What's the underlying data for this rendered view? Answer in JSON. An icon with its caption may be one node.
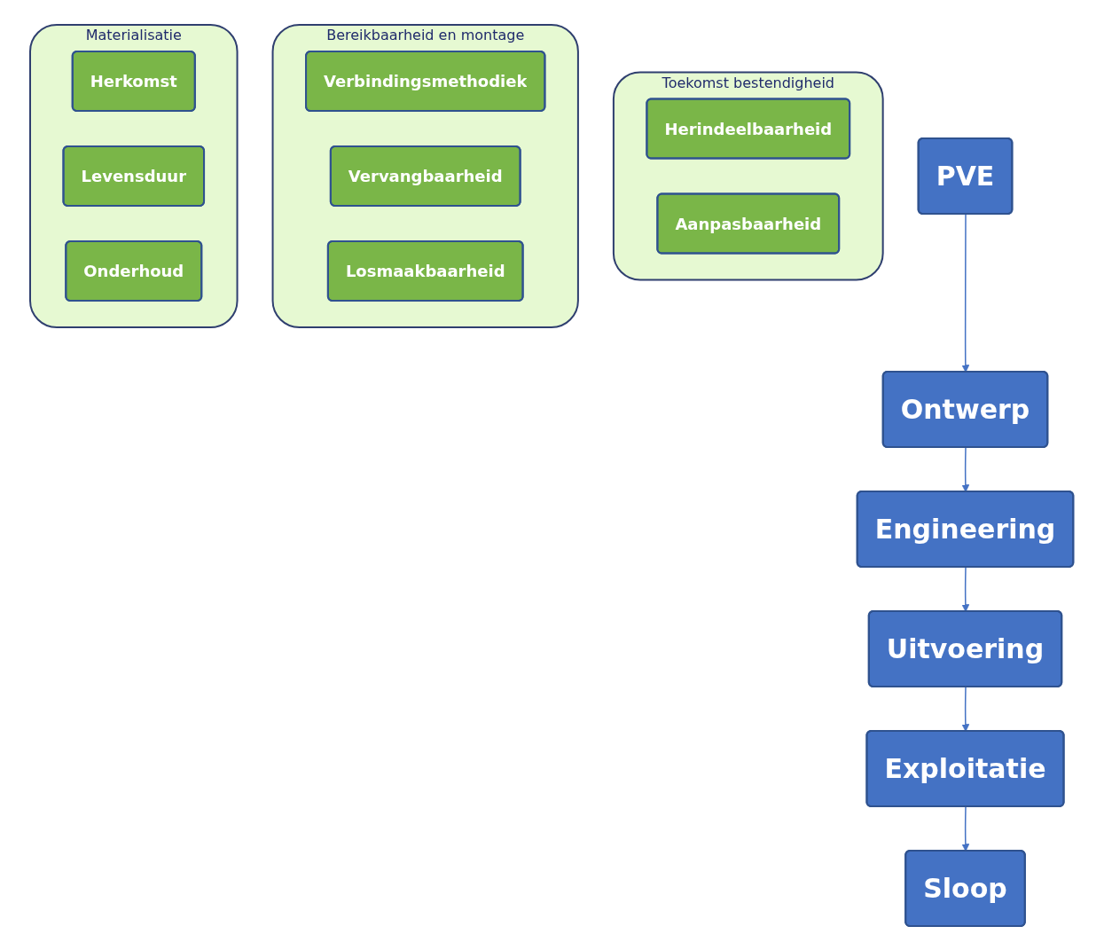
{
  "diagram": {
    "nodes": [
      {
        "text": [
          "PVE"
        ]
      },
      {
        "text": [
          "Ontwerp"
        ]
      },
      {
        "text": [
          "Engineering"
        ]
      },
      {
        "text": [
          "Uitvoering"
        ]
      },
      {
        "text": [
          "Exploitatie"
        ]
      },
      {
        "text": [
          "Sloop"
        ]
      },
      {
        "text": [
          "Toekomst bestendigheid"
        ]
      },
      {
        "text": [
          "Herindeelbaarheid"
        ],
        "in": 6
      },
      {
        "text": [
          "Aanpasbaarheid"
        ],
        "in": 6
      },
      {
        "text": [
          "Bereikbaarheid en montage"
        ]
      },
      {
        "text": [
          "Verbindingsmethodiek"
        ],
        "in": 9
      },
      {
        "text": [
          "Vervangbaarheid"
        ],
        "in": 9
      },
      {
        "text": [
          "Losmaakbaarheid"
        ],
        "in": 9
      },
      {
        "text": [
          "Materialisatie"
        ]
      },
      {
        "text": [
          "Herkomst"
        ],
        "in": 13
      },
      {
        "text": [
          "Levensduur"
        ],
        "in": 13
      },
      {
        "text": [
          "Onderhoud"
        ],
        "in": 13
      }
    ],
    "edges": [
      {
        "from": 0,
        "to": 1,
        "arrow": "to"
      },
      {
        "from": 1,
        "to": 2,
        "arrow": "to"
      },
      {
        "from": 2,
        "to": 3,
        "arrow": "to"
      },
      {
        "from": 3,
        "to": 4,
        "arrow": "to"
      },
      {
        "from": 4,
        "to": 5,
        "arrow": "to"
      }
    ]
  }
}
